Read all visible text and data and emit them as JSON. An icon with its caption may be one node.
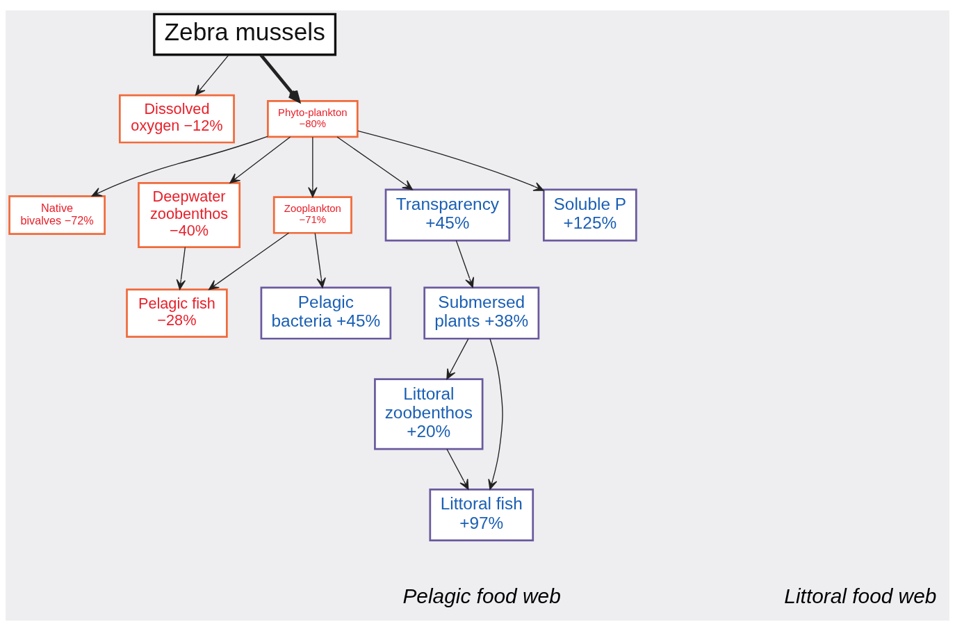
{
  "diagram": {
    "nodes": [
      {
        "text": [
          "Zebra mussels"
        ]
      },
      {
        "text": [
          "Dissolved oxygen −12%"
        ]
      },
      {
        "text": [
          "Native bivalves −72%"
        ]
      },
      {
        "text": [
          "Deepwater zoobenthos −40%"
        ]
      },
      {
        "text": [
          "Pelagic fish −28%"
        ]
      },
      {
        "text": [
          "Phyto-plankton −80%"
        ]
      },
      {
        "text": [
          "Zooplankton −71%"
        ]
      },
      {
        "text": [
          "Transparency +45%"
        ]
      },
      {
        "text": [
          "Submersed plants +38%"
        ]
      },
      {
        "text": [
          "Littoral zoobenthos +20%"
        ]
      },
      {
        "text": [
          "Littoral fish +97%"
        ]
      },
      {
        "text": [
          "Pelagic bacteria +45%"
        ]
      },
      {
        "text": [
          "Soluble P +125%"
        ]
      }
    ],
    "edges": [
      {
        "from": 0,
        "to": 1,
        "arrow": "to"
      },
      {
        "from": 0,
        "to": 5,
        "arrow": "to",
        "style": "thick"
      },
      {
        "from": 5,
        "to": 2,
        "arrow": "to"
      },
      {
        "from": 5,
        "to": 3,
        "arrow": "to"
      },
      {
        "from": 5,
        "to": 6,
        "arrow": "to"
      },
      {
        "from": 5,
        "to": 7,
        "arrow": "to"
      },
      {
        "from": 5,
        "to": 12,
        "arrow": "to"
      },
      {
        "from": 3,
        "to": 4,
        "arrow": "to"
      },
      {
        "from": 6,
        "to": 4,
        "arrow": "to"
      },
      {
        "from": 6,
        "to": 11,
        "arrow": "to"
      },
      {
        "from": 7,
        "to": 8,
        "arrow": "to"
      },
      {
        "from": 8,
        "to": 9,
        "arrow": "to"
      },
      {
        "from": 8,
        "to": 10,
        "arrow": "to"
      },
      {
        "from": 9,
        "to": 10,
        "arrow": "to"
      }
    ],
    "labels": [
      "Pelagic food web",
      "Littoral food web"
    ]
  }
}
